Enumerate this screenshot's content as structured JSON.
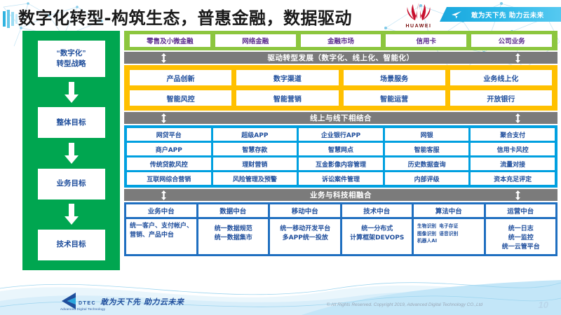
{
  "header": {
    "title": "数字化转型-构筑生态，普惠金融，数据驱动",
    "brand": "HUAWEI",
    "banner_text": "敢为天下先 助力云未来"
  },
  "strategy_column": {
    "accent_color": "#00A650",
    "items": [
      {
        "label": "“数字化”\n转型战略"
      },
      {
        "label": "整体目标"
      },
      {
        "label": "业务目标"
      },
      {
        "label": "技术目标"
      }
    ]
  },
  "business_band": {
    "accent_color": "#8CC63E",
    "cells": [
      "零售及小微金融",
      "网络金融",
      "金融市场",
      "信用卡",
      "公司业务"
    ]
  },
  "dividers": {
    "drive": "驱动转型发展（数字化、线上化、智能化）",
    "online_offline": "线上与线下相结合",
    "business_tech": "业务与科技相融合",
    "color": "#7b7b7b"
  },
  "transform_band": {
    "accent_color": "#FFC000",
    "rows": [
      [
        "产品创新",
        "数字渠道",
        "场景服务",
        "业务线上化"
      ],
      [
        "智能风控",
        "智能营销",
        "智能运营",
        "开放银行"
      ]
    ]
  },
  "channel_band": {
    "accent_color": "#00A0E0",
    "rows": [
      [
        "网贷平台",
        "超级APP",
        "企业银行APP",
        "网银",
        "聚合支付"
      ],
      [
        "商户APP",
        "智慧存款",
        "智慧网点",
        "智能客服",
        "信用卡风控"
      ],
      [
        "传统贷款风控",
        "理财营销",
        "互金影像内容管理",
        "历史数据查询",
        "流量对接"
      ],
      [
        "互联网综合营销",
        "风险管理及预警",
        "诉讼案件管理",
        "内部评级",
        "资本充足评定"
      ]
    ]
  },
  "platform_band": {
    "accent_color": "#1F6FC0",
    "columns": [
      {
        "head": "业务中台",
        "body": "统一客户、支付帐户、营销、产品中台",
        "style": "left"
      },
      {
        "head": "数据中台",
        "body": "统一数据规范\n统一数据集市",
        "style": "center"
      },
      {
        "head": "移动中台",
        "body": "统一移动开发平台\n多APP统一投放",
        "style": "center"
      },
      {
        "head": "技术中台",
        "body": "统一分布式\n计算框架DEVOPS",
        "style": "center"
      },
      {
        "head": "算法中台",
        "body": "",
        "style": "tiny",
        "tags": [
          "生物识别",
          "电子存证",
          "图像识别",
          "语音识别",
          "机器人AI"
        ]
      },
      {
        "head": "运营中台",
        "body": "统一日志\n统一监控\n统一云管平台",
        "style": "center"
      }
    ]
  },
  "footer": {
    "logo_text": "DTEC",
    "logo_sub": "Advanced Digital Technology",
    "slogan": "敢为天下先   助力云未来",
    "copyright": "© All Rights Reserved. Copyright 2019, Advanced Digital Technology CO.,Ltd",
    "page_number": "10"
  }
}
